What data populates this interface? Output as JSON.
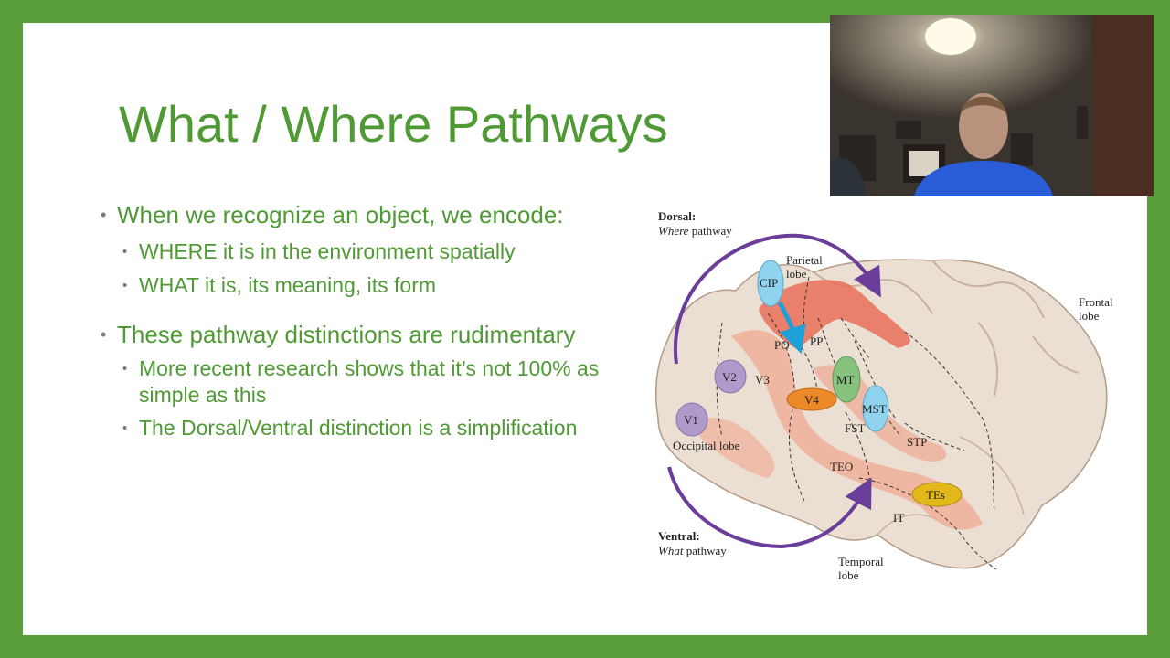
{
  "slide": {
    "title": "What / Where Pathways",
    "bullets": [
      {
        "text": "When we recognize an object, we encode:",
        "level": 1
      },
      {
        "text": "WHERE it is in the environment spatially",
        "level": 2
      },
      {
        "text": "WHAT it is, its meaning, its form",
        "level": 2
      },
      {
        "text": "These pathway distinctions are rudimentary",
        "level": 1
      },
      {
        "text": "More recent research shows that it’s not 100% as simple as this",
        "level": 2
      },
      {
        "text": "The Dorsal/Ventral distinction is a simplification",
        "level": 2
      }
    ]
  },
  "figure": {
    "dorsal_label": "Dorsal:",
    "dorsal_sub_italic": "Where",
    "dorsal_sub_rest": " pathway",
    "ventral_label": "Ventral:",
    "ventral_sub_italic": "What",
    "ventral_sub_rest": " pathway",
    "parietal_1": "Parietal",
    "parietal_2": "lobe",
    "frontal_1": "Frontal",
    "frontal_2": "lobe",
    "occipital": "Occipital lobe",
    "temporal_1": "Temporal",
    "temporal_2": "lobe",
    "areas": {
      "cip": "CIP",
      "po": "PO",
      "pp": "PP",
      "v1": "V1",
      "v2": "V2",
      "v3": "V3",
      "v4": "V4",
      "mt": "MT",
      "mst": "MST",
      "fst": "FST",
      "stp": "STP",
      "teo": "TEO",
      "tes": "TEs",
      "it": "IT"
    }
  },
  "colors": {
    "background_border": "#5a9e3c",
    "title": "#4f9a35",
    "pathway_arrow": "#6a3d9a",
    "dorsal_stream": "#e8705a",
    "ventral_stream": "#f0a890"
  },
  "webcam": {
    "content": "presenter video feed"
  }
}
